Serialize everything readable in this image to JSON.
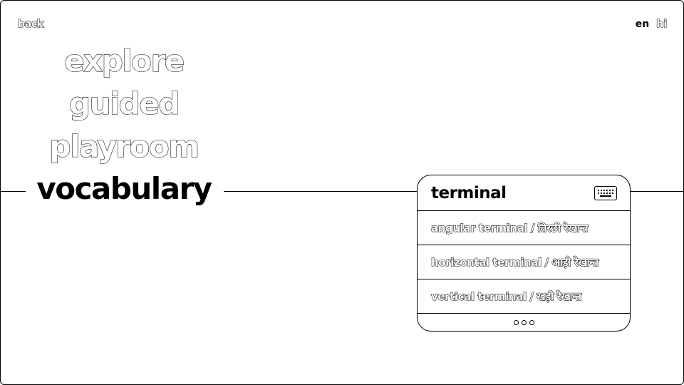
{
  "nav": {
    "back_label": "back"
  },
  "language": {
    "options": [
      "en",
      "hi"
    ],
    "selected": "en"
  },
  "menu": {
    "items": [
      {
        "label": "explore"
      },
      {
        "label": "guided"
      },
      {
        "label": "playroom"
      },
      {
        "label": "vocabulary"
      }
    ],
    "current": "vocabulary"
  },
  "card": {
    "title": "terminal",
    "keyboard_icon": "keyboard-icon",
    "terms": [
      "angular terminal / तिरछी रेखान्त",
      "horizontal terminal / आड़ी रेखान्त",
      "vertical terminal / खड़ी रेखान्त"
    ],
    "more_icon": "ellipsis-icon"
  }
}
